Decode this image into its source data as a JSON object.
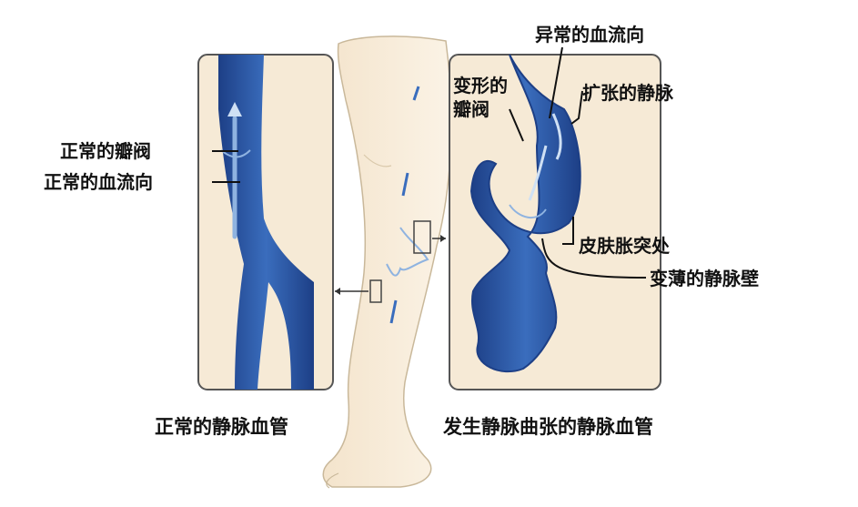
{
  "colors": {
    "skin": "#f6ead6",
    "skin_outline": "#c9b89a",
    "vein_dark": "#1d3f86",
    "vein_mid": "#2f5fb0",
    "vein_light": "#8fb3e0",
    "panel_border": "#555555",
    "label": "#111111"
  },
  "left_panel": {
    "labels": {
      "normal_valve": "正常的瓣阀",
      "normal_flow": "正常的血流向"
    },
    "caption": "正常的静脉血管"
  },
  "right_panel": {
    "labels": {
      "abnormal_flow": "异常的血流向",
      "deformed_valve_line1": "变形的",
      "deformed_valve_line2": "瓣阀",
      "dilated_vein": "扩张的静脉",
      "skin_bulge": "皮肤胀突处",
      "thin_wall": "变薄的静脉壁"
    },
    "caption": "发生静脉曲张的静脉血管"
  }
}
